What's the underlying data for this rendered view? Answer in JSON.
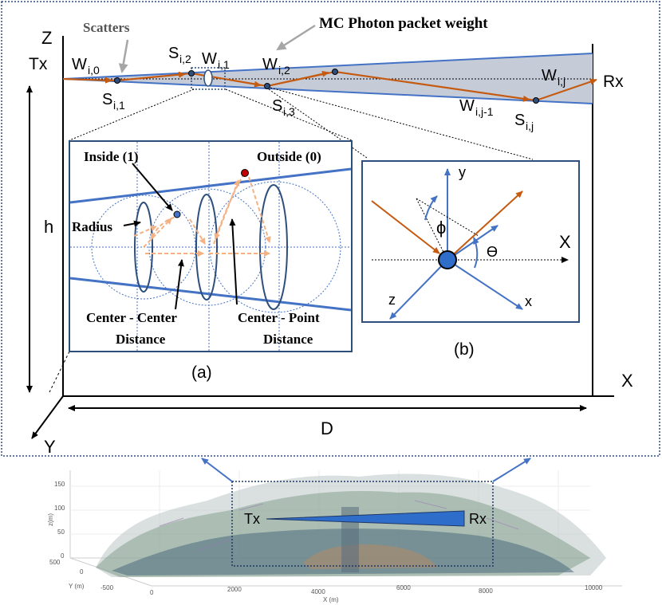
{
  "labels": {
    "Z": "Z",
    "Tx": "Tx",
    "Rx": "Rx",
    "h": "h",
    "X": "X",
    "Y": "Y",
    "D": "D",
    "scatters": "Scatters",
    "weight": "MC Photon packet weight",
    "W_main": "W",
    "S_main": "S",
    "w_i0": "i,0",
    "w_i1": "i,1",
    "w_i2": "i,2",
    "w_ij": "i,j",
    "w_ij1": "i,j-1",
    "s_i1": "i,1",
    "s_i2": "i,2",
    "s_i3": "i,3",
    "s_ij": "i,j"
  },
  "inset_a": {
    "inside": "Inside (1)",
    "outside": "Outside (0)",
    "radius": "Radius",
    "cc_line1": "Center - Center",
    "cc_line2": "Distance",
    "cp_line1": "Center - Point",
    "cp_line2": "Distance",
    "caption": "(a)"
  },
  "inset_b": {
    "y": "y",
    "x": "x",
    "z": "z",
    "X": "X",
    "phi": "ϕ",
    "theta": "ϴ",
    "caption": "(b)"
  },
  "bottom": {
    "tx": "Tx",
    "rx": "Rx",
    "ylabel": "z(m)",
    "yaxis_label": "Y (m)",
    "xaxis_label": "X (m)",
    "z_ticks": [
      "150",
      "100",
      "50",
      "0"
    ],
    "y_ticks": [
      "500",
      "0",
      "-500"
    ],
    "x_ticks": [
      "0",
      "2000",
      "4000",
      "6000",
      "8000",
      "10000"
    ]
  },
  "colors": {
    "frame": "#2e4f7c",
    "beam": "#4472c4",
    "beam_fill": "#c5ccd8",
    "path": "#c55a11",
    "dashed_arrow": "#f4b183",
    "red_dot": "#c00000"
  }
}
